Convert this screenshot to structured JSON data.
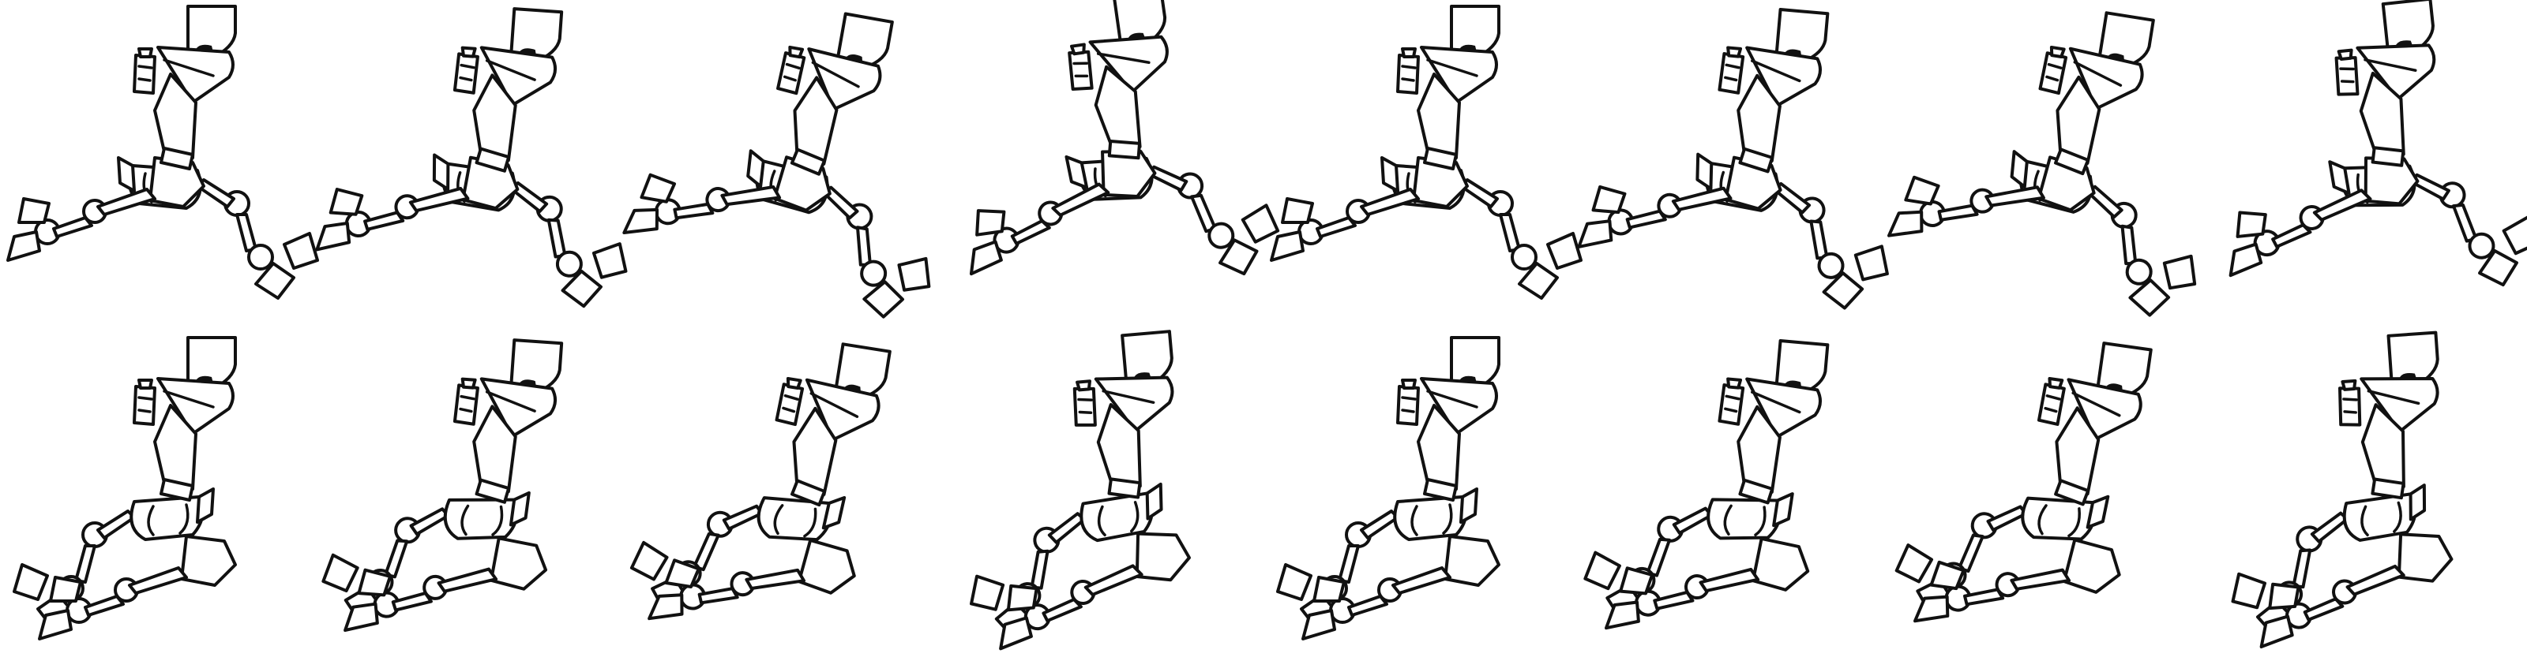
{
  "sprite_sheet": {
    "rows": 2,
    "columns": 8,
    "frames": [
      {
        "row": 0,
        "frame": 1,
        "pose": "run-stride"
      },
      {
        "row": 0,
        "frame": 2,
        "pose": "run-pass"
      },
      {
        "row": 0,
        "frame": 3,
        "pose": "run-contact"
      },
      {
        "row": 0,
        "frame": 4,
        "pose": "run-stride"
      },
      {
        "row": 0,
        "frame": 5,
        "pose": "run-stride"
      },
      {
        "row": 0,
        "frame": 6,
        "pose": "run-pass"
      },
      {
        "row": 0,
        "frame": 7,
        "pose": "run-contact"
      },
      {
        "row": 0,
        "frame": 8,
        "pose": "run-stride"
      },
      {
        "row": 1,
        "frame": 1,
        "pose": "run-stride"
      },
      {
        "row": 1,
        "frame": 2,
        "pose": "run-pass"
      },
      {
        "row": 1,
        "frame": 3,
        "pose": "run-contact"
      },
      {
        "row": 1,
        "frame": 4,
        "pose": "run-stride"
      },
      {
        "row": 1,
        "frame": 5,
        "pose": "run-stride"
      },
      {
        "row": 1,
        "frame": 6,
        "pose": "run-pass"
      },
      {
        "row": 1,
        "frame": 7,
        "pose": "run-contact"
      },
      {
        "row": 1,
        "frame": 8,
        "pose": "run-stride"
      }
    ],
    "colors": {
      "background": "#ffffff",
      "line": "#111111",
      "fill": "#ffffff"
    },
    "character": "robot-runner-icon"
  }
}
